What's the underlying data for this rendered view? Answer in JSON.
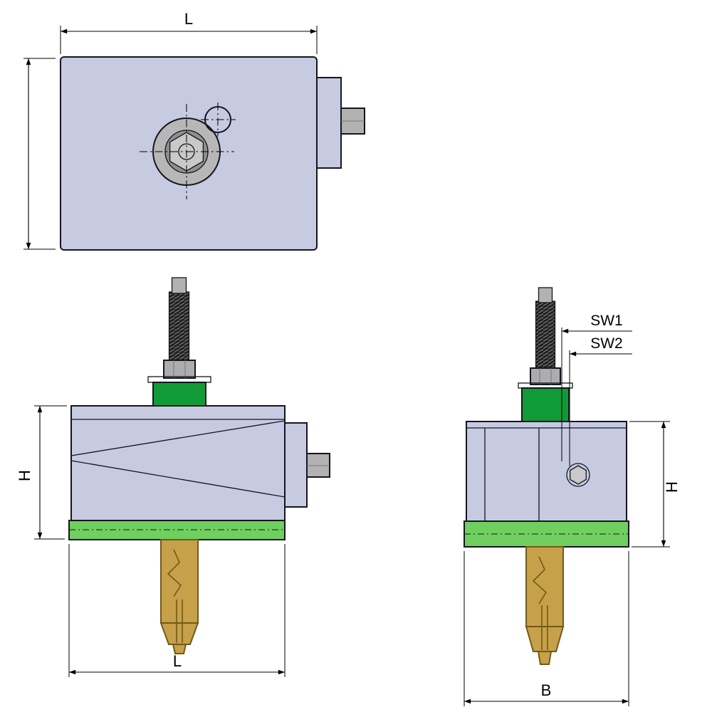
{
  "drawing": {
    "top_view": {
      "dim_length": "L"
    },
    "front_view": {
      "dim_height": "H",
      "dim_length": "L"
    },
    "side_view": {
      "dim_wrench_size_1": "SW1",
      "dim_wrench_size_2": "SW2",
      "dim_height": "H",
      "dim_width": "B"
    }
  },
  "colors": {
    "page_bg": "#ffffff",
    "body": "#c6cbe2",
    "outline": "#15151f",
    "gray": "#b2b2b2",
    "gray_light": "#c9c9c9",
    "gray_dark": "#8f8f8f",
    "green_collar": "#109a38",
    "green_plate": "#6fcf5f",
    "brass": "#c7a04a",
    "brass_dark": "#6f5a17",
    "thread": "#222222",
    "dim": "#000000"
  }
}
